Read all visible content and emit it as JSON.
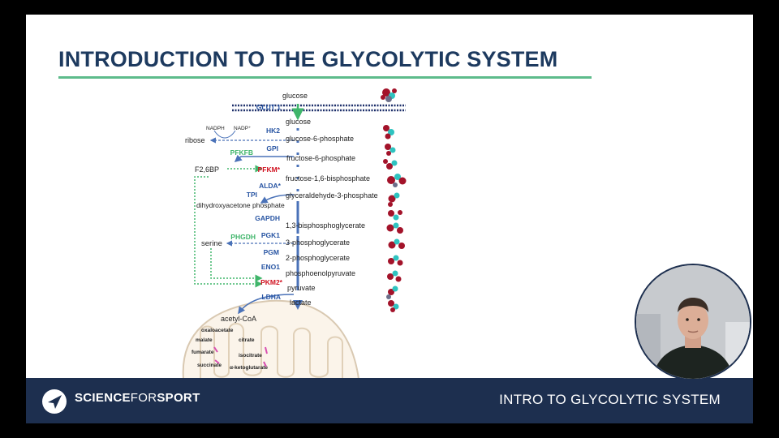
{
  "slide": {
    "title": "INTRODUCTION TO THE GLYCOLYTIC SYSTEM"
  },
  "diagram": {
    "metabolites": [
      "glucose",
      "glucose-6-phosphate",
      "fructose-6-phosphate",
      "fructose-1,6-bisphosphate",
      "glyceraldehyde-3-phosphate",
      "1,3-bisphosphoglycerate",
      "3-phosphoglycerate",
      "2-phosphoglycerate",
      "phosphoenolpyruvate",
      "pyruvate",
      "lactate"
    ],
    "extracellular": "glucose",
    "transporter": "GLUT 1",
    "enzymes": [
      "HK2",
      "GPI",
      "PFKM*",
      "ALDA*",
      "TPI",
      "GAPDH",
      "PGK1",
      "PGM",
      "ENO1",
      "PKM2*",
      "LDHA"
    ],
    "side_enzymes": [
      "PFKFB",
      "PHGDH"
    ],
    "side_products": [
      "ribose",
      "F2,6BP",
      "dihydroxyacetone phosphate",
      "serine"
    ],
    "cofactors": [
      "NADPH",
      "NADP⁺"
    ],
    "tca": [
      "acetyl-CoA",
      "oxaloacetate",
      "citrate",
      "malate",
      "isocitrate",
      "fumarate",
      "succinate",
      "α-ketoglutarate"
    ],
    "colors": {
      "enzyme": "#2855a3",
      "regulated": "#d0101e",
      "side_enzyme": "#3fb56a",
      "arrow": "#4a72b8"
    }
  },
  "footer": {
    "brand_part1": "SCIENCE",
    "brand_part2": "FOR",
    "brand_part3": "SPORT",
    "title": "INTRO TO GLYCOLYTIC SYSTEM"
  },
  "webcam": {
    "icon": "presenter-video"
  }
}
